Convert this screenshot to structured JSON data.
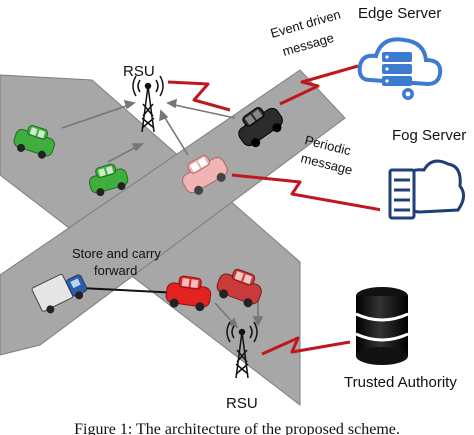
{
  "labels": {
    "rsu_top": "RSU",
    "rsu_bottom": "RSU",
    "event_line1": "Event driven",
    "event_line2": "message",
    "edge_server": "Edge Server",
    "periodic_line1": "Periodic",
    "periodic_line2": "message",
    "fog_server": "Fog Server",
    "store_line1": "Store and carry",
    "store_line2": "forward",
    "trusted_authority": "Trusted Authority"
  },
  "caption": "Figure 1: The architecture of the proposed scheme.",
  "colors": {
    "road": "#a7a7a7",
    "road_edge": "#7d7d7d",
    "car_green": "#3fae3f",
    "car_pink": "#f0b4b4",
    "car_red": "#e52222",
    "car_dark_red": "#c93a3a",
    "car_black": "#2b2b2b",
    "link_red": "#c0171f",
    "cloud_blue": "#3c7bd0",
    "db_black": "#111111"
  },
  "icons": [
    "rsu-tower-icon",
    "edge-server-icon",
    "fog-server-icon",
    "database-icon",
    "car-icon",
    "truck-icon"
  ]
}
